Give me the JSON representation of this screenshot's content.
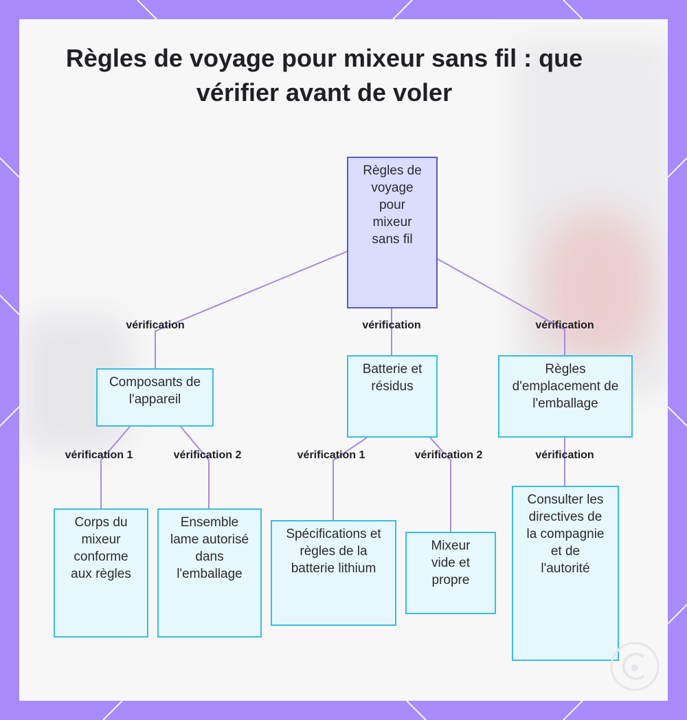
{
  "title": "Règles de voyage pour mixeur sans fil : que vérifier avant de voler",
  "nodes": {
    "root": "Règles de voyage pour mixeur sans fil",
    "composants": "Composants de l'appareil",
    "batterie": "Batterie et résidus",
    "emplacement": "Règles d'emplacement de l'emballage",
    "corps": "Corps du mixeur conforme aux règles",
    "ensemble": "Ensemble lame autorisé dans l'emballage",
    "specifications": "Spécifications et règles de la batterie lithium",
    "mixeur_vide": "Mixeur vide et propre",
    "consulter": "Consulter les directives de la compagnie et de l'autorité"
  },
  "edge_labels": {
    "root_composants": "vérification",
    "root_batterie": "vérification",
    "root_emplacement": "vérification",
    "composants_corps": "vérification 1",
    "composants_ensemble": "vérification 2",
    "batterie_specifications": "vérification 1",
    "batterie_mixeur_vide": "vérification 2",
    "emplacement_consulter": "vérification"
  },
  "colors": {
    "background": "#a78bfa",
    "card": "#f7f7f8",
    "root_fill": "#dcdcff",
    "root_border": "#5a5ac8",
    "node_fill": "#e6f7fd",
    "node_border": "#38bde0",
    "edge": "#a78bdc"
  }
}
